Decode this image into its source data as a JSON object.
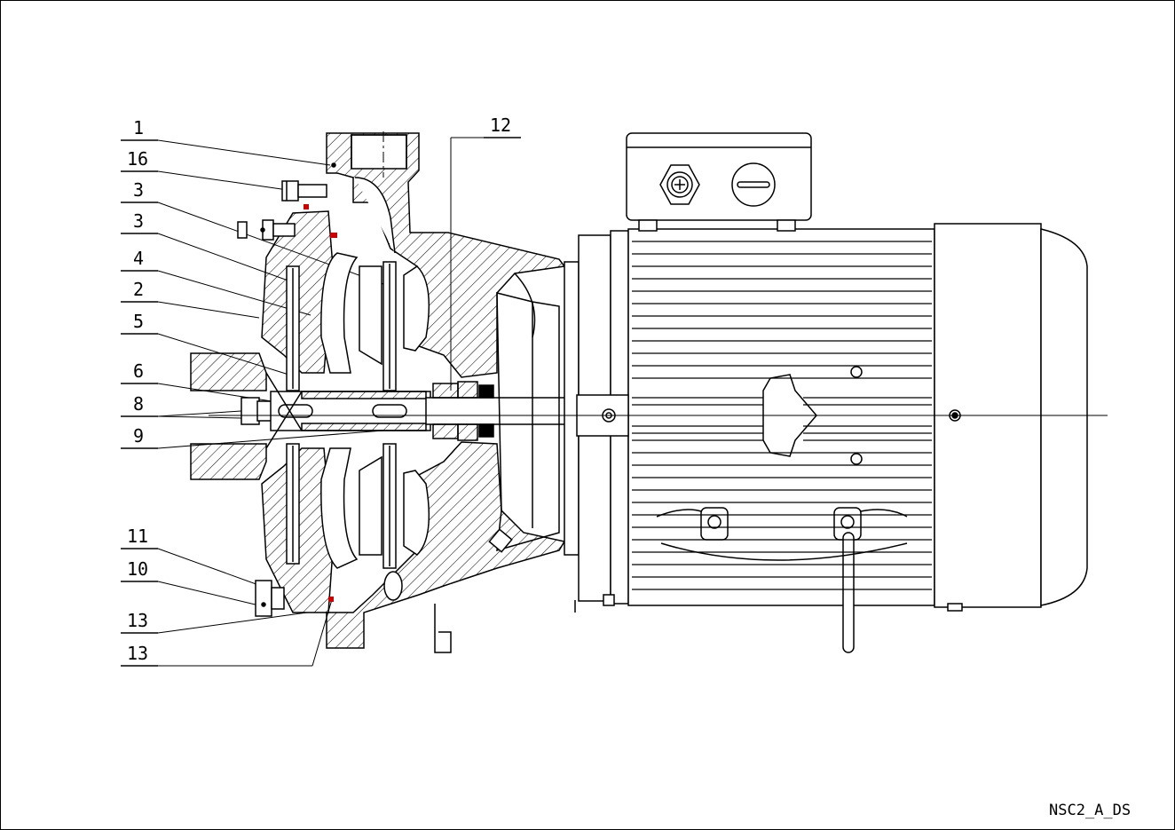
{
  "drawing_code": "NSC2_A_DS",
  "callouts": [
    "1",
    "16",
    "3",
    "3",
    "4",
    "2",
    "5",
    "6",
    "8",
    "9",
    "11",
    "10",
    "13",
    "13",
    "12"
  ]
}
